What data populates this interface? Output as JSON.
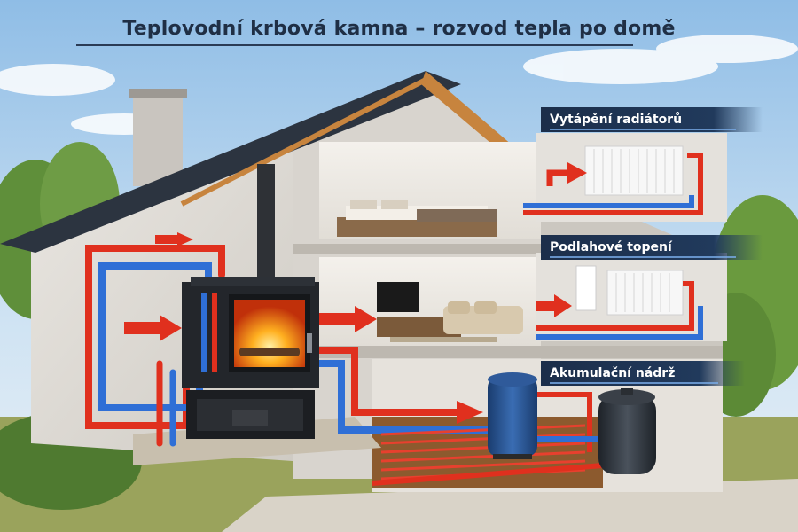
{
  "title": "Teplovodní krbová kamna – rozvod tepla po domě",
  "labels": {
    "radiators": "Vytápění radiátorů",
    "floor_heating": "Podlahové topení",
    "storage_tank": "Akumulační nádrž"
  },
  "colors": {
    "hot_water": "#e0301e",
    "cold_water": "#2f6fd6",
    "roof": "#2c3440",
    "stove": "#23262b",
    "fire": "#ff8a1c",
    "label_bg": "#1c2e4a"
  },
  "icons": [
    "fireplace-stove",
    "radiator",
    "storage-tank",
    "expansion-tank",
    "underfloor-pipes",
    "chimney",
    "bed",
    "sofa",
    "tv"
  ]
}
